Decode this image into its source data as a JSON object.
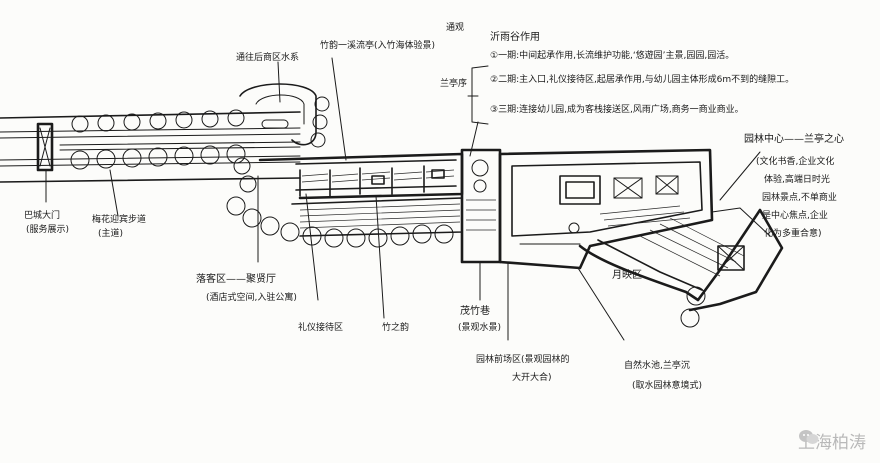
{
  "labels": {
    "entrance_1": "巴城大门",
    "entrance_2": "(服务展示)",
    "path_1": "梅花迎宾步道",
    "path_2": "(主道)",
    "pond": "通往后商区水系",
    "garden_top": "竹韵一溪流亭(入竹海体验景)",
    "garden_top_tag": "通观",
    "func_title": "沂雨谷作用",
    "func_1": "①一期:中间起承作用,长流维护功能,‘悠遊园’主景,园园,园活。",
    "func_2": "②二期:主入口,礼仪接待区,起居承作用,与幼儿园主体形成6m不到的缝隙工。",
    "func_3": "③三期:连接幼儿园,成为客栈接送区,风雨广场,商务一商业商业。",
    "bracket": "兰亭序",
    "center_title": "园林中心——兰亭之心",
    "center_1": "(文化书香,企业文化",
    "center_2": "体验,高端日时光",
    "center_3": "园林景点,不单商业",
    "center_4": "是中心焦点,企业",
    "center_5": "化为多重合意)",
    "reception_1": "落客区——聚贤厅",
    "reception_2": "(酒店式空间,入驻公寓)",
    "lobby": "礼仪接待区",
    "corridor": "竹之韵",
    "bamboo_1": "茂竹巷",
    "bamboo_2": "(景观水景)",
    "garden_entry_1": "园林前场区(景观园林的",
    "garden_entry_2": "大开大合)",
    "moon": "月映区",
    "water_1": "自然水池,兰亭沉",
    "water_2": "(取水园林意境式)"
  },
  "watermark": {
    "text": "上海柏涛"
  }
}
